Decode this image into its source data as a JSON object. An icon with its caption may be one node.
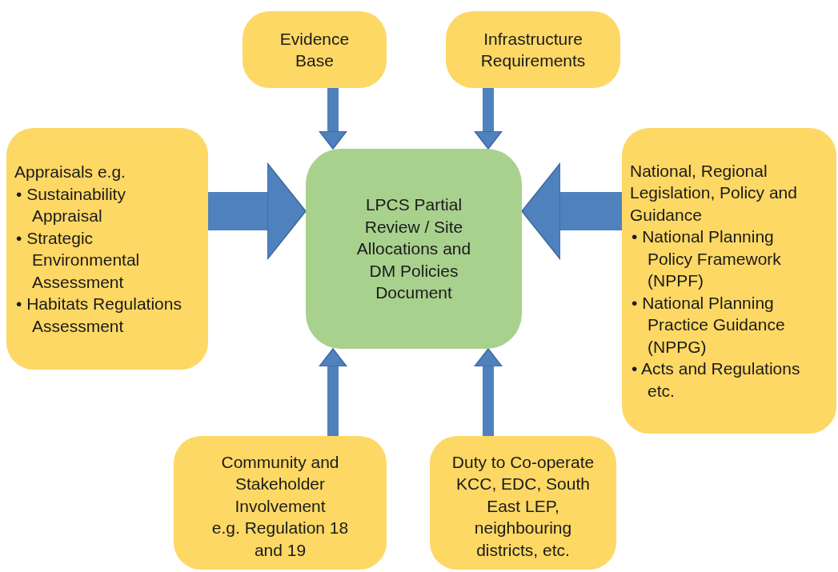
{
  "diagram": {
    "nodes": [
      {
        "text": [
          "LPCS Partial Review / Site Allocations and DM Policies Document"
        ]
      },
      {
        "text": [
          "Evidence Base"
        ]
      },
      {
        "text": [
          "Infrastructure Requirements"
        ]
      },
      {
        "text": [
          "Appraisals e.g.",
          "• Sustainability Appraisal",
          "• Strategic Environmental Assessment",
          "• Habitats Regulations Assessment"
        ]
      },
      {
        "text": [
          "National, Regional Legislation, Policy and Guidance",
          "• National Planning Policy Framework (NPPF)",
          "• National Planning Practice Guidance (NPPG)",
          "• Acts and Regulations etc."
        ]
      },
      {
        "text": [
          "Community and Stakeholder Involvement",
          "e.g. Regulation 18 and 19"
        ]
      },
      {
        "text": [
          "Duty to Co-operate",
          "KCC, EDC, South East LEP, neighbouring districts, etc."
        ]
      }
    ],
    "edges": [
      {
        "from": 1,
        "to": 0,
        "arrow": "to"
      },
      {
        "from": 2,
        "to": 0,
        "arrow": "to"
      },
      {
        "from": 3,
        "to": 0,
        "arrow": "to",
        "style": "thick"
      },
      {
        "from": 4,
        "to": 0,
        "arrow": "to",
        "style": "thick"
      },
      {
        "from": 5,
        "to": 0,
        "arrow": "to"
      },
      {
        "from": 6,
        "to": 0,
        "arrow": "to"
      }
    ]
  }
}
